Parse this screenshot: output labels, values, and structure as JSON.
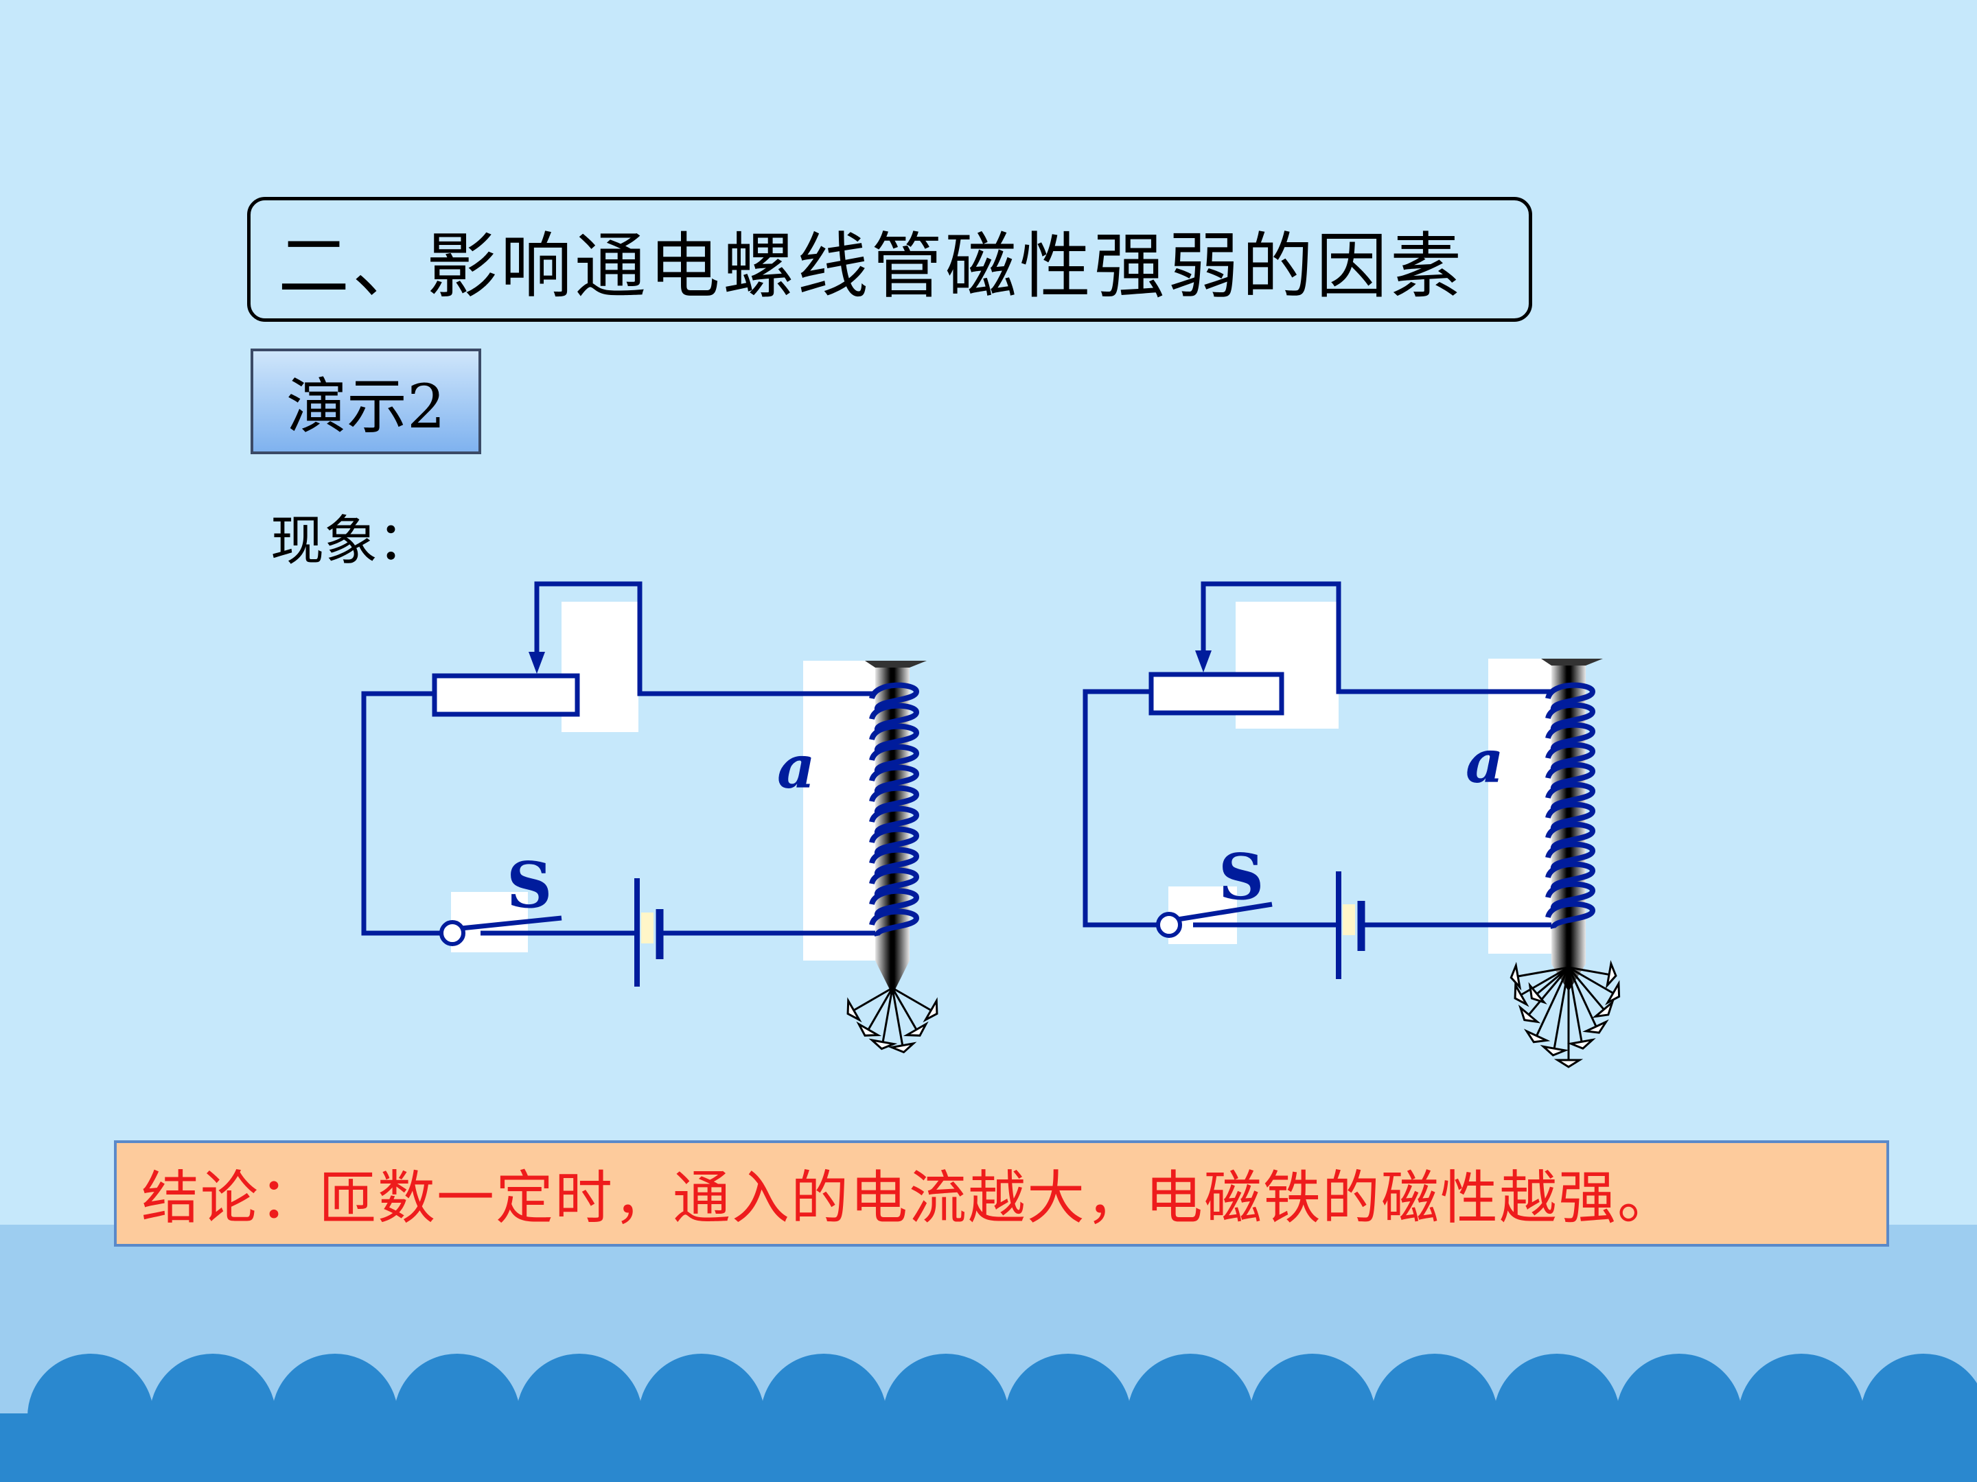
{
  "slide": {
    "title": "二、影响通电螺线管磁性强弱的因素",
    "demo_label": "演示2",
    "phenomenon_label": "现象：",
    "conclusion": "结论：匝数一定时，通入的电流越大，电磁铁的磁性越强。"
  },
  "diagrams": [
    {
      "core_label": "a",
      "switch_label": "S"
    },
    {
      "core_label": "a",
      "switch_label": "S"
    }
  ],
  "colors": {
    "background": "#c6e8fb",
    "circuit_wire": "#001c9c",
    "conclusion_text": "#ee1c1c",
    "conclusion_fill": "#fdcb9c",
    "wave_dark": "#2a88cf",
    "wave_light": "#9dcdf0"
  }
}
